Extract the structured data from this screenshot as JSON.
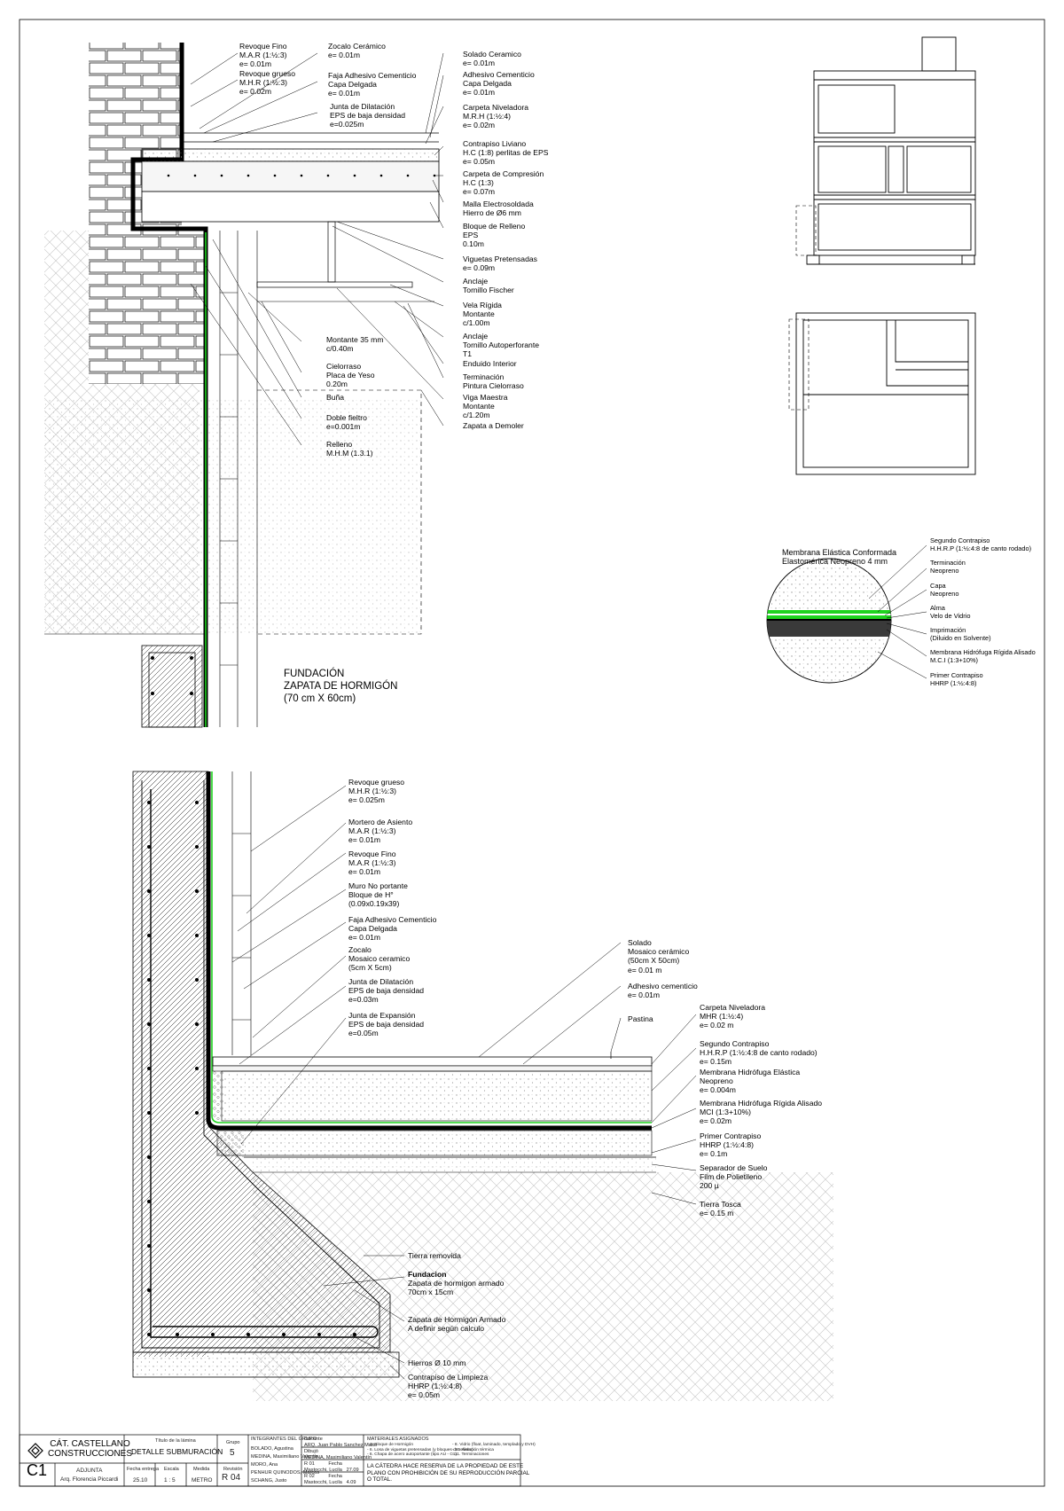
{
  "labels_upper": [
    [
      "Revoque Fino",
      "M.A.R (1:½:3)",
      "e= 0.01m"
    ],
    [
      "Revoque grueso",
      "M.H.R (1:½:3)",
      "e= 0.02m"
    ],
    [
      "Zocalo Cerámico",
      "e= 0.01m"
    ],
    [
      "Faja Adhesivo Cementicio",
      "Capa Delgada",
      "e= 0.01m"
    ],
    [
      "Junta de Dilatación",
      "EPS de baja densidad",
      "e=0.025m"
    ],
    [
      "Montante 35 mm",
      "c/0.40m"
    ],
    [
      "Cielorraso",
      "Placa de Yeso",
      "0.20m"
    ],
    [
      "Buña"
    ],
    [
      "Doble fieltro",
      "e=0.001m"
    ],
    [
      "Relleno",
      "M.H.M (1.3.1)"
    ]
  ],
  "labels_upper_right": [
    [
      "Solado Ceramico",
      "e= 0.01m"
    ],
    [
      "Adhesivo Cementicio",
      "Capa Delgada",
      "e= 0.01m"
    ],
    [
      "Carpeta Niveladora",
      "M.R.H (1:½:4)",
      "e= 0.02m"
    ],
    [
      "Contrapiso Liviano",
      "H.C (1:8) perlitas de EPS",
      "e= 0.05m"
    ],
    [
      "Carpeta de Compresión",
      "H.C (1:3)",
      "e= 0.07m"
    ],
    [
      "Malla Electrosoldada",
      "Hierro de Ø6 mm"
    ],
    [
      "Bloque de Relleno",
      "EPS",
      "0.10m"
    ],
    [
      "Viguetas Pretensadas",
      "e= 0.09m"
    ],
    [
      "Anclaje",
      "Tornillo Fischer"
    ],
    [
      "Vela Rígida",
      "Montante",
      "c/1.00m"
    ],
    [
      "Anclaje",
      "Tornillo Autoperforante",
      "T1"
    ],
    [
      "Enduido Interior"
    ],
    [
      "Terminación",
      "Pintura Cielorraso"
    ],
    [
      "Viga Maestra",
      "Montante",
      "c/1.20m"
    ],
    [
      "Zapata a Demoler"
    ]
  ],
  "fundacion_title": [
    "FUNDACIÓN",
    "ZAPATA DE HORMIGÓN",
    "(70 cm X 60cm)"
  ],
  "membrane_detail": {
    "title": [
      "Membrana Elástica Conformada",
      "Elastomérica Neopreno 4 mm"
    ],
    "labels": [
      [
        "Segundo Contrapiso",
        "H.H.R.P (1:½:4:8 de canto rodado)"
      ],
      [
        "Terminación",
        "Neopreno"
      ],
      [
        "Capa",
        "Neopreno"
      ],
      [
        "Alma",
        "Velo de Vidrio"
      ],
      [
        "Imprimación",
        "(Diluido en Solvente)"
      ],
      [
        "Membrana Hidrófuga Rígida Alisado",
        "M.C.I (1:3+10%)"
      ],
      [
        "Primer Contrapiso",
        "HHRP (1:½:4:8)"
      ]
    ]
  },
  "labels_lower_wall": [
    [
      "Revoque grueso",
      "M.H.R (1:½:3)",
      "e= 0.025m"
    ],
    [
      "Mortero de Asiento",
      "M.A.R (1:½:3)",
      "e= 0.01m"
    ],
    [
      "Revoque Fino",
      "M.A.R (1:½:3)",
      "e= 0.01m"
    ],
    [
      "Muro No portante",
      "Bloque de H°",
      "(0.09x0.19x39)"
    ],
    [
      "Faja Adhesivo Cementicio",
      "Capa Delgada",
      "e= 0.01m"
    ],
    [
      "Zocalo",
      "Mosaico ceramico",
      "(5cm X 5cm)"
    ],
    [
      "Junta de Dilatación",
      "EPS de baja densidad",
      "e=0.03m"
    ],
    [
      "Junta de Expansión",
      "EPS de baja densidad",
      "e=0.05m"
    ]
  ],
  "labels_lower_floor": [
    [
      "Solado",
      "Mosaico cerámico",
      "(50cm X 50cm)",
      "e= 0.01 m"
    ],
    [
      "Adhesivo cementicio",
      "e= 0.01m"
    ],
    [
      "Pastina"
    ],
    [
      "Carpeta Niveladora",
      "MHR (1:½:4)",
      "e= 0.02 m"
    ],
    [
      "Segundo Contrapiso",
      "H.H.R.P (1:½:4:8 de canto rodado)",
      "e= 0.15m"
    ],
    [
      "Membrana Hidrófuga Elástica",
      "Neopreno",
      "e= 0.004m"
    ],
    [
      "Membrana Hidrófuga Rígida Alisado",
      "MCI (1:3+10%)",
      "e= 0.02m"
    ],
    [
      "Primer Contrapiso",
      "HHRP (1:½:4:8)",
      "e= 0.1m"
    ],
    [
      "Separador de Suelo",
      "Film de Polietileno",
      "200 µ"
    ],
    [
      "Tierra Tosca",
      "e= 0.15 m"
    ]
  ],
  "labels_lower_footing": [
    [
      "Tierra removida"
    ],
    [
      "Fundacion",
      "Zapata de hormigon armado",
      "70cm x 15cm"
    ],
    [
      "Zapata de Hormigón Armado",
      "A definir según calculo"
    ],
    [
      "Hierros Ø 10 mm"
    ],
    [
      "Contrapiso de Limpieza",
      "HHRP (1:½:4:8)",
      "e= 0.05m"
    ]
  ],
  "title_block": {
    "school": [
      "CÁT. CASTELLANO",
      "CONSTRUCCIONES"
    ],
    "sheet_code": "C1",
    "adjunta_label": "ADJUNTA",
    "adjunta_name": "Arq. Florencia Piccardi",
    "title_label": "Título de la lámina",
    "title": "DETALLE SUBMURACIÓN",
    "fecha_label": "Fecha entrega",
    "fecha": "25.10",
    "escala_label": "Escala",
    "escala": "1 : 5",
    "medida_label": "Medida",
    "medida": "METRO",
    "grupo_label": "Grupo",
    "grupo": "5",
    "revision_label": "Revisión",
    "revision": "R 04",
    "integrantes_label": "INTEGRANTES DEL GRUPO",
    "integrantes": [
      "BOLADO, Agustina",
      "MEDINA, Maximiliano Valentín",
      "MORO, Ana",
      "PENHUR QUINODOS, Marcos",
      "SCHANG, Justo"
    ],
    "docente_label": "Docente",
    "docente": "ARQ. Juan Pablo Sanchez Matto",
    "dibujo_label": "Dibujó",
    "dibujo": "MEDINA, Maximiliano Valentín",
    "revisiones": [
      [
        "R 01",
        "Fecha",
        "Mastocchi, Lucila",
        "27.09"
      ],
      [
        "R 02",
        "Fecha",
        "Mastocchi, Lucila",
        "4.09"
      ]
    ],
    "materiales_label": "MATERIALES ASIGNADOS",
    "materiales": [
      "- 2. Bloque de Hormigón",
      "- 6. Losa de viguetas pretensadas (y bloques de relleno)",
      "- 6. Chapa de acero autoportante (tipo AU - C1)",
      "- 8. Vidrio (float, laminado, templado y DVH)",
      "- 10. Aislación térmica",
      "- 11. Terminaciones"
    ],
    "disclaimer": [
      "LA CÁTEDRA HACE RESERVA DE LA PROPIEDAD DE ESTE",
      "PLANO CON PROHIBICIÓN DE SU REPRODUCCIÓN PARCIAL",
      "O TOTAL."
    ]
  }
}
